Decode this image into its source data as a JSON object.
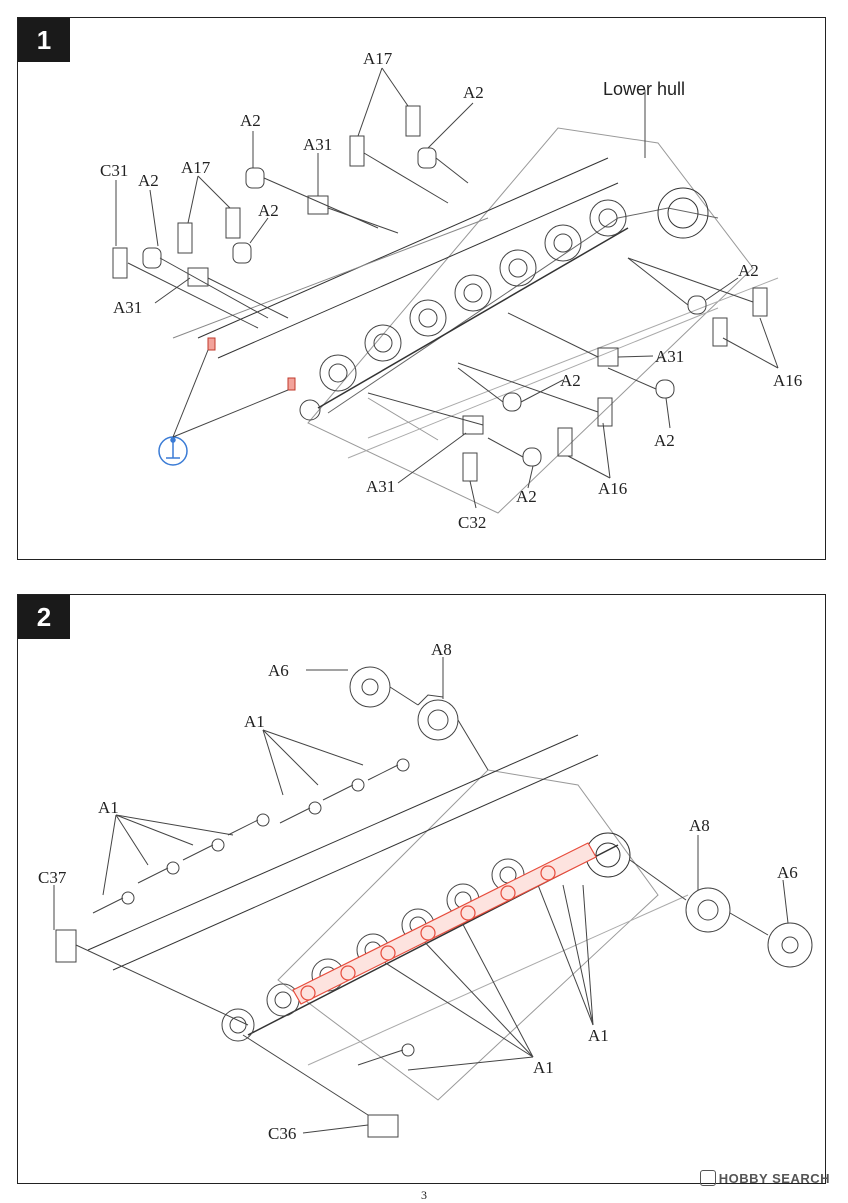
{
  "steps": [
    {
      "number": "1",
      "hull_label": "Lower hull",
      "callouts": {
        "c31": "C31",
        "a2_far_left": "A2",
        "a17_left": "A17",
        "a2_left_mid": "A2",
        "a2_left_top": "A2",
        "a31_top": "A31",
        "a17_top": "A17",
        "a2_top": "A2",
        "a31_left": "A31",
        "a2_right_upper": "A2",
        "a16_right": "A16",
        "a31_right": "A31",
        "a2_center": "A2",
        "a2_right_lower": "A2",
        "a31_bottom": "A31",
        "a2_bottom": "A2",
        "a16_bottom": "A16",
        "c32": "C32"
      }
    },
    {
      "number": "2",
      "callouts": {
        "a6_top": "A6",
        "a8_top": "A8",
        "a1_top": "A1",
        "a1_left": "A1",
        "c37": "C37",
        "a8_right": "A8",
        "a6_right": "A6",
        "a1_right": "A1",
        "a1_bottom": "A1",
        "c36": "C36"
      }
    }
  ],
  "footer": {
    "page_number": "3",
    "watermark": "HOBBY SEARCH"
  }
}
